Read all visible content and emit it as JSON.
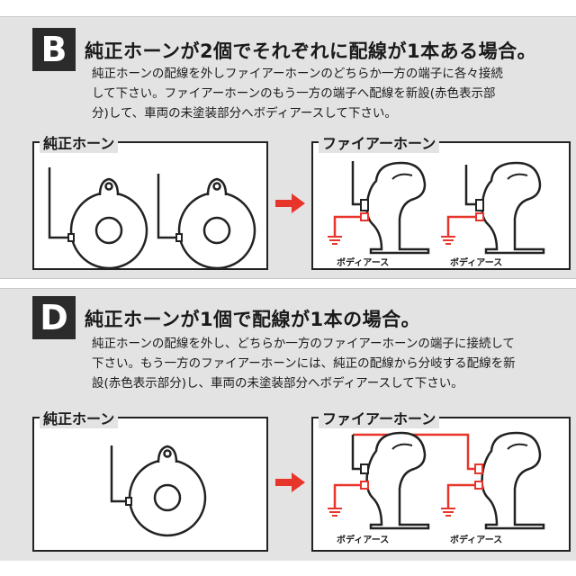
{
  "section_b": {
    "letter": "B",
    "title": "純正ホーンが2個でそれぞれに配線が1本ある場合。",
    "description_lines": [
      "純正ホーンの配線を外しファイアーホーンのどちらか一方の端子に各々接続",
      "して下さい。ファイアーホーンのもう一方の端子へ配線を新設(赤色表示部",
      "分)して、車両の未塗装部分へボディアースして下さい。"
    ],
    "left_panel_label": "純正ホーン",
    "right_panel_label": "ファイアーホーン",
    "ground_labels": [
      "ボディアース",
      "ボディアース"
    ]
  },
  "section_d": {
    "letter": "D",
    "title": "純正ホーンが1個で配線が1本の場合。",
    "description_lines": [
      "純正ホーンの配線を外し、どちらか一方のファイアーホーンの端子に接続して",
      "下さい。もう一方のファイアーホーンには、純正の配線から分岐する配線を新",
      "設(赤色表示部分)し、車両の未塗装部分へボディアースして下さい。"
    ],
    "left_panel_label": "純正ホーン",
    "right_panel_label": "ファイアーホーン",
    "ground_labels": [
      "ボディアース",
      "ボディアース"
    ]
  },
  "colors": {
    "background": "#e3e3e3",
    "badge": "#2b2b2b",
    "accent_red": "#e8352b",
    "line": "#222222"
  }
}
